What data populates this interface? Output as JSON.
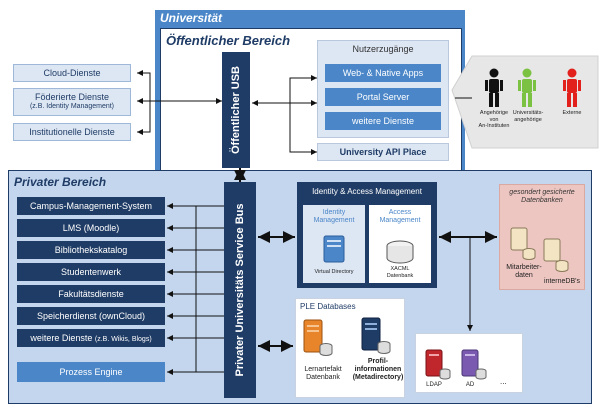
{
  "uni": {
    "title": "Universität"
  },
  "public": {
    "title": "Öffentlicher Bereich",
    "usb": "Öffentlicher USB",
    "access": {
      "title": "Nutzerzugänge",
      "items": [
        "Web- & Native Apps",
        "Portal Server",
        "weitere Dienste"
      ]
    },
    "api": "University API Place"
  },
  "left_services": {
    "cloud": "Cloud-Dienste",
    "federated_main": "Föderierte Dienste",
    "federated_sub": "(z.B. Identity Management)",
    "institutional": "Institutionelle Dienste"
  },
  "users": [
    {
      "label_lines": [
        "Angehörige",
        "von",
        "An-Instituten"
      ],
      "color": "#111111"
    },
    {
      "label_lines": [
        "Universitäts-",
        "angehörige"
      ],
      "color": "#7cc242"
    },
    {
      "label_lines": [
        "Externe"
      ],
      "color": "#e2201c"
    }
  ],
  "private": {
    "title": "Privater Bereich",
    "bus": "Privater Universitäts Service Bus",
    "services": [
      {
        "main": "Campus-Management-System",
        "sub": ""
      },
      {
        "main": "LMS (Moodle)",
        "sub": ""
      },
      {
        "main": "Bibliothekskatalog",
        "sub": ""
      },
      {
        "main": "Studentenwerk",
        "sub": ""
      },
      {
        "main": "Fakultätsdienste",
        "sub": ""
      },
      {
        "main": "Speicherdienst (ownCloud)",
        "sub": ""
      },
      {
        "main": "weitere Dienste",
        "sub": "(z.B. Wikis, Blogs)"
      }
    ],
    "engine": "Prozess Engine",
    "iam": {
      "title": "Identity & Access Management",
      "idm": "Identity Management",
      "idm_caption": "Virtual Directory",
      "acm": "Access Management",
      "acm_caption": "XACML Datenbank"
    },
    "secure_db": {
      "title": "gesondert gesicherte Datenbanken",
      "db1": "Mitarbeiter- daten",
      "db2": "interneDB's"
    },
    "ple": {
      "title": "PLE Databases",
      "db1": "Lernartefakt Datenbank",
      "db2": "Profil- informationen (Metadirectory)"
    },
    "dirs": {
      "ldap": "LDAP",
      "ad": "AD",
      "more": "..."
    }
  }
}
